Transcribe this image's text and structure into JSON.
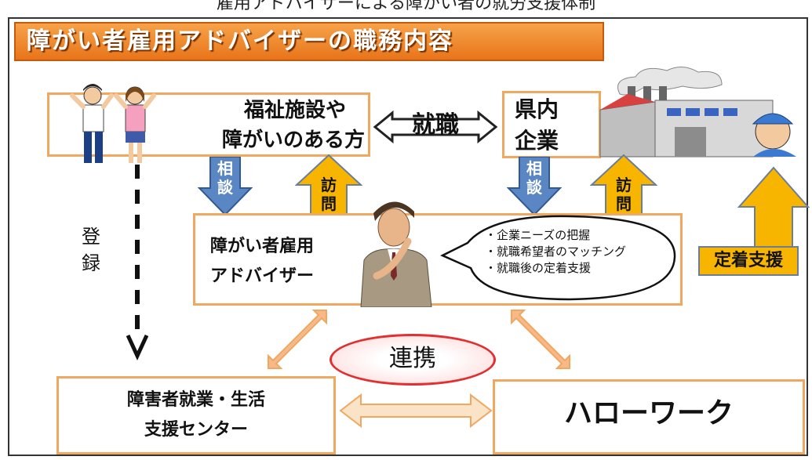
{
  "caption": "雇用アドバイザーによる障がい者の就労支援体制",
  "title": "障がい者雇用アドバイザーの職務内容",
  "welfare": {
    "line1": "福祉施設や",
    "line2": "障がいのある方"
  },
  "employment": "就職",
  "company": {
    "line1": "県内",
    "line2": "企業"
  },
  "arrows": {
    "consult": [
      "相",
      "談"
    ],
    "visit": [
      "訪",
      "問"
    ],
    "settle": "定着支援"
  },
  "register": [
    "登",
    "録"
  ],
  "advisor": {
    "line1": "障がい者雇用",
    "line2": "アドバイザー"
  },
  "duties": [
    "・企業ニーズの把握",
    "・就職希望者のマッチング",
    "・就職後の定着支援"
  ],
  "cooperation": "連携",
  "support_center": {
    "line1": "障害者就業・生活",
    "line2": "支援センター"
  },
  "hellowork": "ハローワーク",
  "colors": {
    "orange": "#f0a860",
    "blue": "#5a86c4",
    "yellow": "#f7b500",
    "oval_red": "#e03030"
  }
}
